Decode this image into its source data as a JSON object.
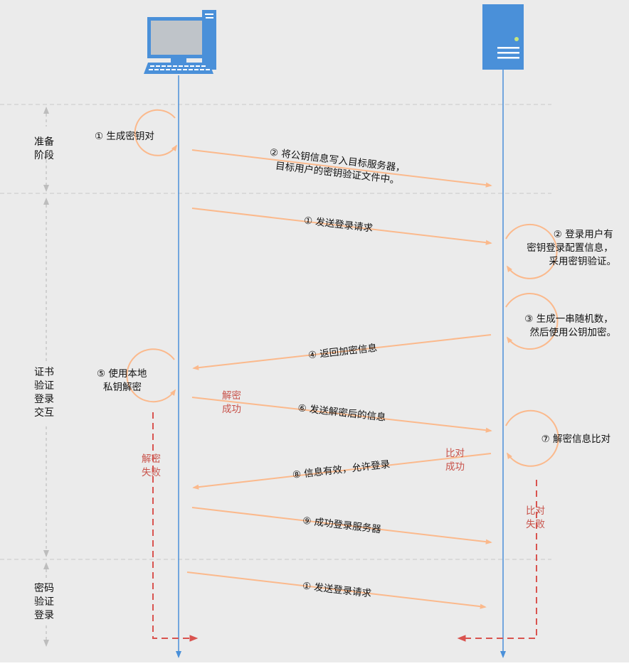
{
  "phases": {
    "prep": [
      "准备",
      "阶段"
    ],
    "cert": [
      "证书",
      "验证",
      "登录",
      "交互"
    ],
    "pwd": [
      "密码",
      "验证",
      "登录"
    ]
  },
  "steps": {
    "gen_keypair": "① 生成密钥对",
    "write_pubkey": [
      "② 将公钥信息写入目标服务器，",
      "目标用户的密钥验证文件中。"
    ],
    "send_login_1": "① 发送登录请求",
    "check_config": [
      "② 登录用户有",
      "密钥登录配置信息，",
      "采用密钥验证。"
    ],
    "gen_random": [
      "③ 生成一串随机数，",
      "然后使用公钥加密。"
    ],
    "return_enc": "④ 返回加密信息",
    "decrypt_local": [
      "⑤ 使用本地",
      "私钥解密"
    ],
    "send_decrypted": "⑥ 发送解密后的信息",
    "compare": "⑦ 解密信息比对",
    "allow_login": "⑧ 信息有效，允许登录",
    "login_success": "⑨ 成功登录服务器",
    "send_login_2": "① 发送登录请求"
  },
  "status": {
    "decrypt_ok": [
      "解密",
      "成功"
    ],
    "decrypt_fail": [
      "解密",
      "失败"
    ],
    "compare_ok": [
      "比对",
      "成功"
    ],
    "compare_fail": [
      "比对",
      "失败"
    ]
  },
  "colors": {
    "background": "#ebebeb",
    "lifeline": "#4a90d9",
    "message": "#fbb98c",
    "failure": "#d9534f",
    "status_text": "#c8524a",
    "divider": "#c9c9c9"
  },
  "icons": {
    "client": "desktop-computer-icon",
    "server": "server-icon"
  }
}
